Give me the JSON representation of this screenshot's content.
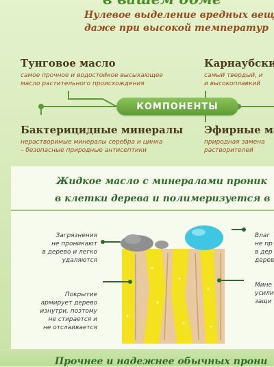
{
  "header": {
    "title": "в вашем доме",
    "subtitle_line1": "Нулевое выделение вредных вещес",
    "subtitle_line2": "даже при высокой температур"
  },
  "components": {
    "badge": "КОМПОНЕНТЫ",
    "items": [
      {
        "name": "Тунговое масло",
        "desc": "самое прочное и водостойкое высыхающее\nмасло растительного происхождения"
      },
      {
        "name": "Карнаубский",
        "desc": "самый твердый, и\nи высокоплавкий"
      },
      {
        "name": "Бактерицидные минералы",
        "desc": "нерастворимые минералы серебра и цинка\n– безопасные природные антисептики"
      },
      {
        "name": "Эфирные ма",
        "desc": "природная замена\nрастворителей"
      }
    ]
  },
  "panel": {
    "heading_line1": "Жидкое масло с минералами проник",
    "heading_line2": "в клетки дерева и полимеризуется в",
    "notes": {
      "left_top": "Загрязнения\nне проникают\nв дерево и легко\nудаляются",
      "left_bottom": "Покрытие\nармирует дерево\nизнутри, поэтому\nне стирается и\nне отслаивается",
      "right_top": "Влаг\nне пр\nв дер\nдерев",
      "right_bottom": "Мине\nусили\nзащи"
    }
  },
  "footer": {
    "heading": "Прочнее и надежнее обычных прони"
  },
  "colors": {
    "accent_green": "#5c9a32",
    "heading_brown": "#9a4b1e",
    "wood_yellow": "#f4e21e",
    "wood_tan": "#e8c9a0"
  }
}
